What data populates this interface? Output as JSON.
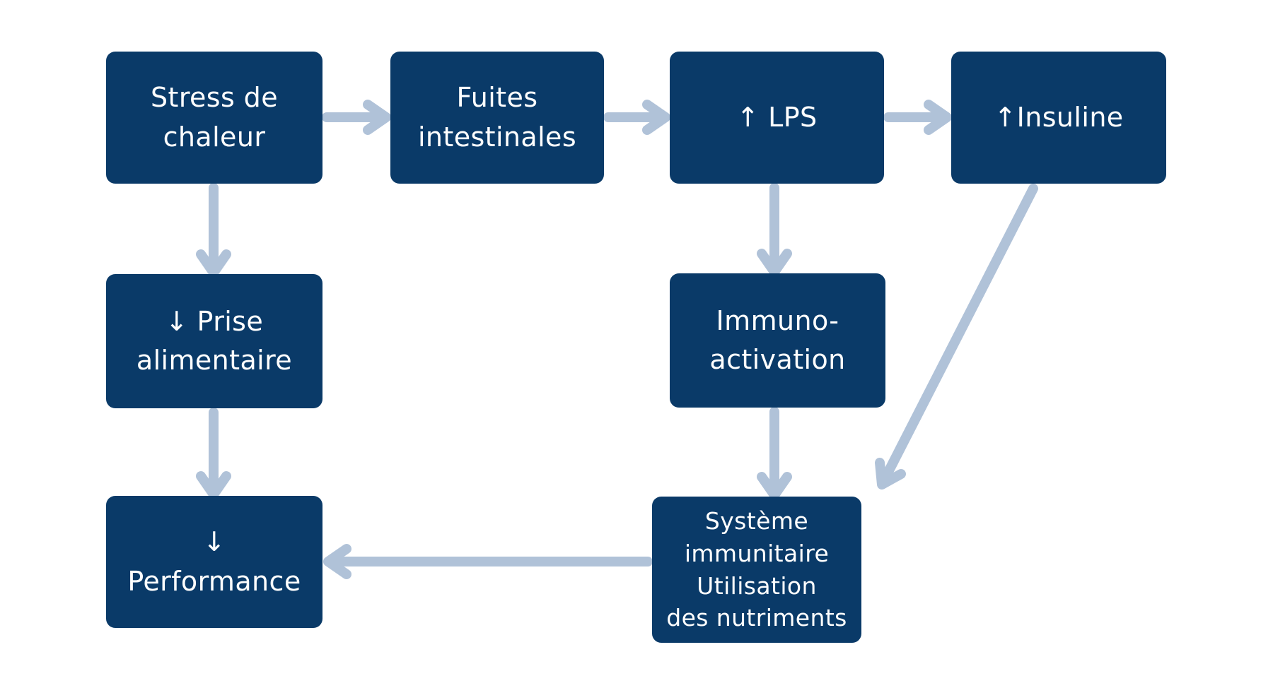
{
  "diagram": {
    "title": "Heat stress flowchart",
    "colors": {
      "node_fill": "#0a3a68",
      "node_text": "#ffffff",
      "arrow": "#b0c2d8",
      "background": "#ffffff"
    },
    "nodes": [
      {
        "id": "stress",
        "label": "Stress de\nchaleur"
      },
      {
        "id": "fuites",
        "label": "Fuites\nintestinales"
      },
      {
        "id": "lps",
        "label": "↑ LPS"
      },
      {
        "id": "insuline",
        "label": "↑Insuline"
      },
      {
        "id": "prise",
        "label": "↓ Prise\nalimentaire"
      },
      {
        "id": "immuno",
        "label": "Immuno-\nactivation"
      },
      {
        "id": "performance",
        "label": "↓\nPerformance"
      },
      {
        "id": "systeme",
        "label": "Système\nimmunitaire\nUtilisation\ndes nutriments"
      }
    ],
    "edges": [
      {
        "from": "stress",
        "to": "fuites"
      },
      {
        "from": "fuites",
        "to": "lps"
      },
      {
        "from": "lps",
        "to": "insuline"
      },
      {
        "from": "stress",
        "to": "prise"
      },
      {
        "from": "lps",
        "to": "immuno"
      },
      {
        "from": "prise",
        "to": "performance"
      },
      {
        "from": "immuno",
        "to": "systeme"
      },
      {
        "from": "insuline",
        "to": "systeme"
      },
      {
        "from": "systeme",
        "to": "performance"
      }
    ]
  }
}
